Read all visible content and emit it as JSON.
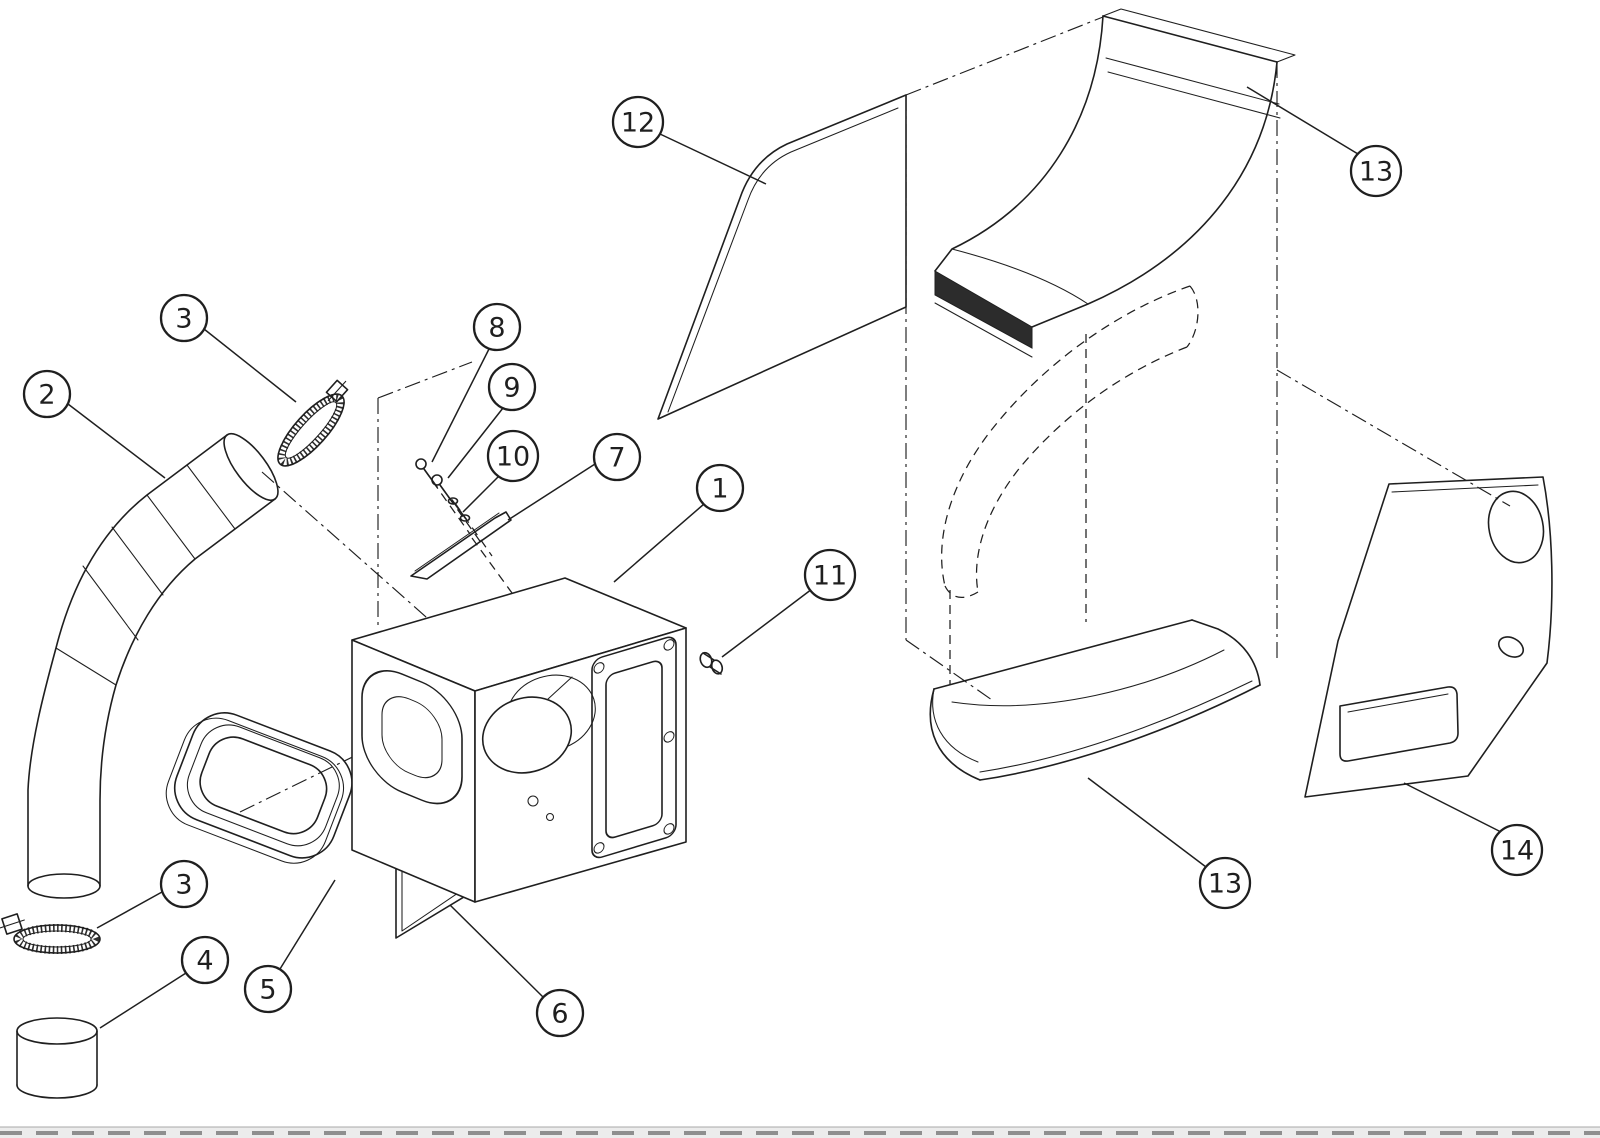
{
  "diagram": {
    "background": "#ffffff",
    "line_color": "#1f1f1f",
    "balloon_fill": "#ffffff"
  },
  "callouts": {
    "c1": {
      "label": "1"
    },
    "c2": {
      "label": "2"
    },
    "c3a": {
      "label": "3"
    },
    "c3b": {
      "label": "3"
    },
    "c4": {
      "label": "4"
    },
    "c5": {
      "label": "5"
    },
    "c6": {
      "label": "6"
    },
    "c7": {
      "label": "7"
    },
    "c8": {
      "label": "8"
    },
    "c9": {
      "label": "9"
    },
    "c10": {
      "label": "10"
    },
    "c11": {
      "label": "11"
    },
    "c12": {
      "label": "12"
    },
    "c13a": {
      "label": "13"
    },
    "c13b": {
      "label": "13"
    },
    "c14": {
      "label": "14"
    }
  }
}
